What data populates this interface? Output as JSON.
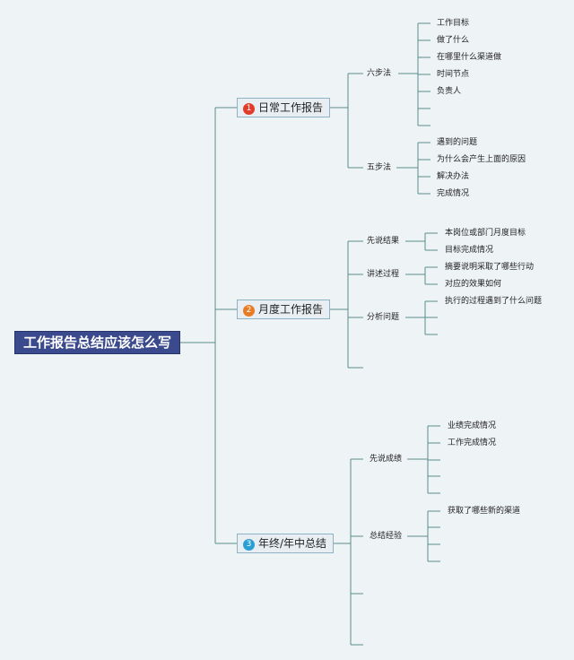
{
  "root": {
    "title": "工作报告总结应该怎么写"
  },
  "colors": {
    "line": "#5a8c8c",
    "root_bg": "#3b4a8c",
    "badge_daily": "#e23b2a",
    "badge_monthly": "#ea7b22",
    "badge_annual": "#2a9fd6"
  },
  "branches": {
    "daily": {
      "number": "1",
      "title": "日常工作报告",
      "six_steps": {
        "title": "六步法",
        "items": [
          "工作目标",
          "做了什么",
          "在哪里什么渠道做",
          "时间节点",
          "负责人",
          "",
          ""
        ]
      },
      "five_steps": {
        "title": "五步法",
        "items": [
          "遇到的问题",
          "为什么会产生上面的原因",
          "解决办法",
          "完成情况"
        ]
      }
    },
    "monthly": {
      "number": "2",
      "title": "月度工作报告",
      "result_first": {
        "title": "先说结果",
        "items": [
          "本岗位或部门月度目标",
          "目标完成情况"
        ]
      },
      "process": {
        "title": "讲述过程",
        "items": [
          "摘要说明采取了哪些行动",
          "对应的效果如何"
        ]
      },
      "analysis": {
        "title": "分析问题",
        "items": [
          "执行的过程遇到了什么问题",
          "",
          ""
        ]
      }
    },
    "annual": {
      "number": "3",
      "title": "年终/年中总结",
      "achievements": {
        "title": "先说成绩",
        "items": [
          "业绩完成情况",
          "工作完成情况",
          "",
          "",
          ""
        ]
      },
      "experience": {
        "title": "总结经验",
        "items": [
          "获取了哪些新的渠道",
          "",
          "",
          ""
        ]
      }
    }
  }
}
